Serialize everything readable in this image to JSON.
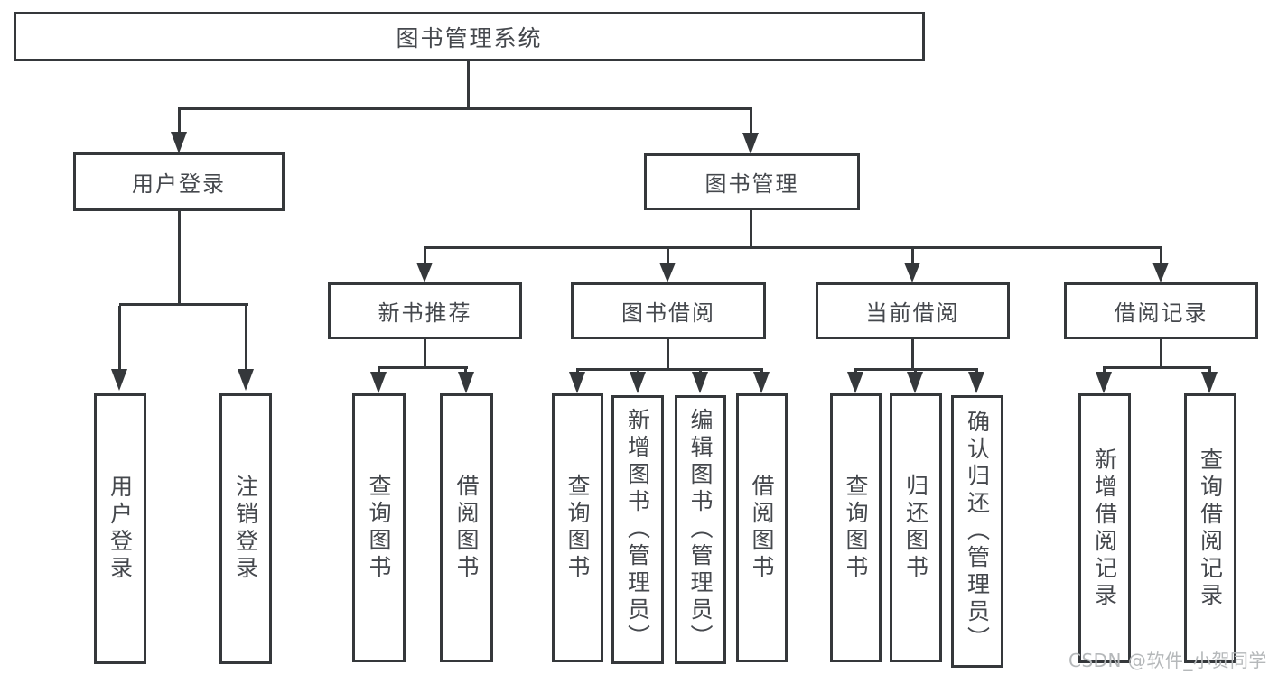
{
  "watermark": "CSDN @软件_小贺同学",
  "colors": {
    "line": "#35383b",
    "text": "#45484d",
    "watermark": "#b5b8ba",
    "background": "#ffffff"
  },
  "tree": {
    "root": "图书管理系统",
    "branches": [
      {
        "label": "用户登录",
        "leaves": [
          "用户登录",
          "注销登录"
        ]
      },
      {
        "label": "图书管理",
        "groups": [
          {
            "label": "新书推荐",
            "leaves": [
              "查询图书",
              "借阅图书"
            ]
          },
          {
            "label": "图书借阅",
            "leaves": [
              "查询图书",
              "新增图书（管理员）",
              "编辑图书（管理员）",
              "借阅图书"
            ]
          },
          {
            "label": "当前借阅",
            "leaves": [
              "查询图书",
              "归还图书",
              "确认归还（管理员）"
            ]
          },
          {
            "label": "借阅记录",
            "leaves": [
              "新增借阅记录",
              "查询借阅记录"
            ]
          }
        ]
      }
    ]
  }
}
